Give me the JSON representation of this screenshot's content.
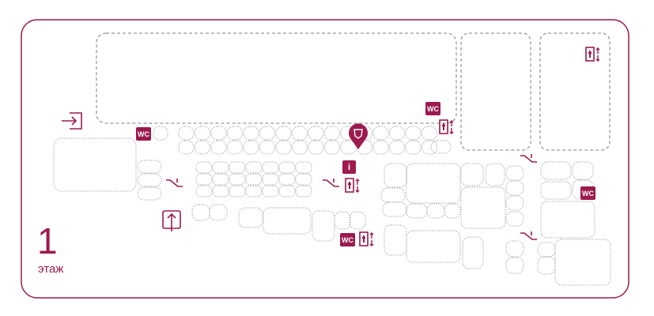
{
  "floor": {
    "number": "1",
    "label": "этаж"
  },
  "colors": {
    "accent": "#9c1a4e",
    "outline": "#aaaaaa"
  },
  "badges": {
    "wc": "WC",
    "info": "i"
  },
  "icons": [
    "entrance-icon",
    "exit-icon",
    "escalator-icon",
    "elevator-icon",
    "wc-icon",
    "info-icon",
    "location-pin-icon"
  ]
}
